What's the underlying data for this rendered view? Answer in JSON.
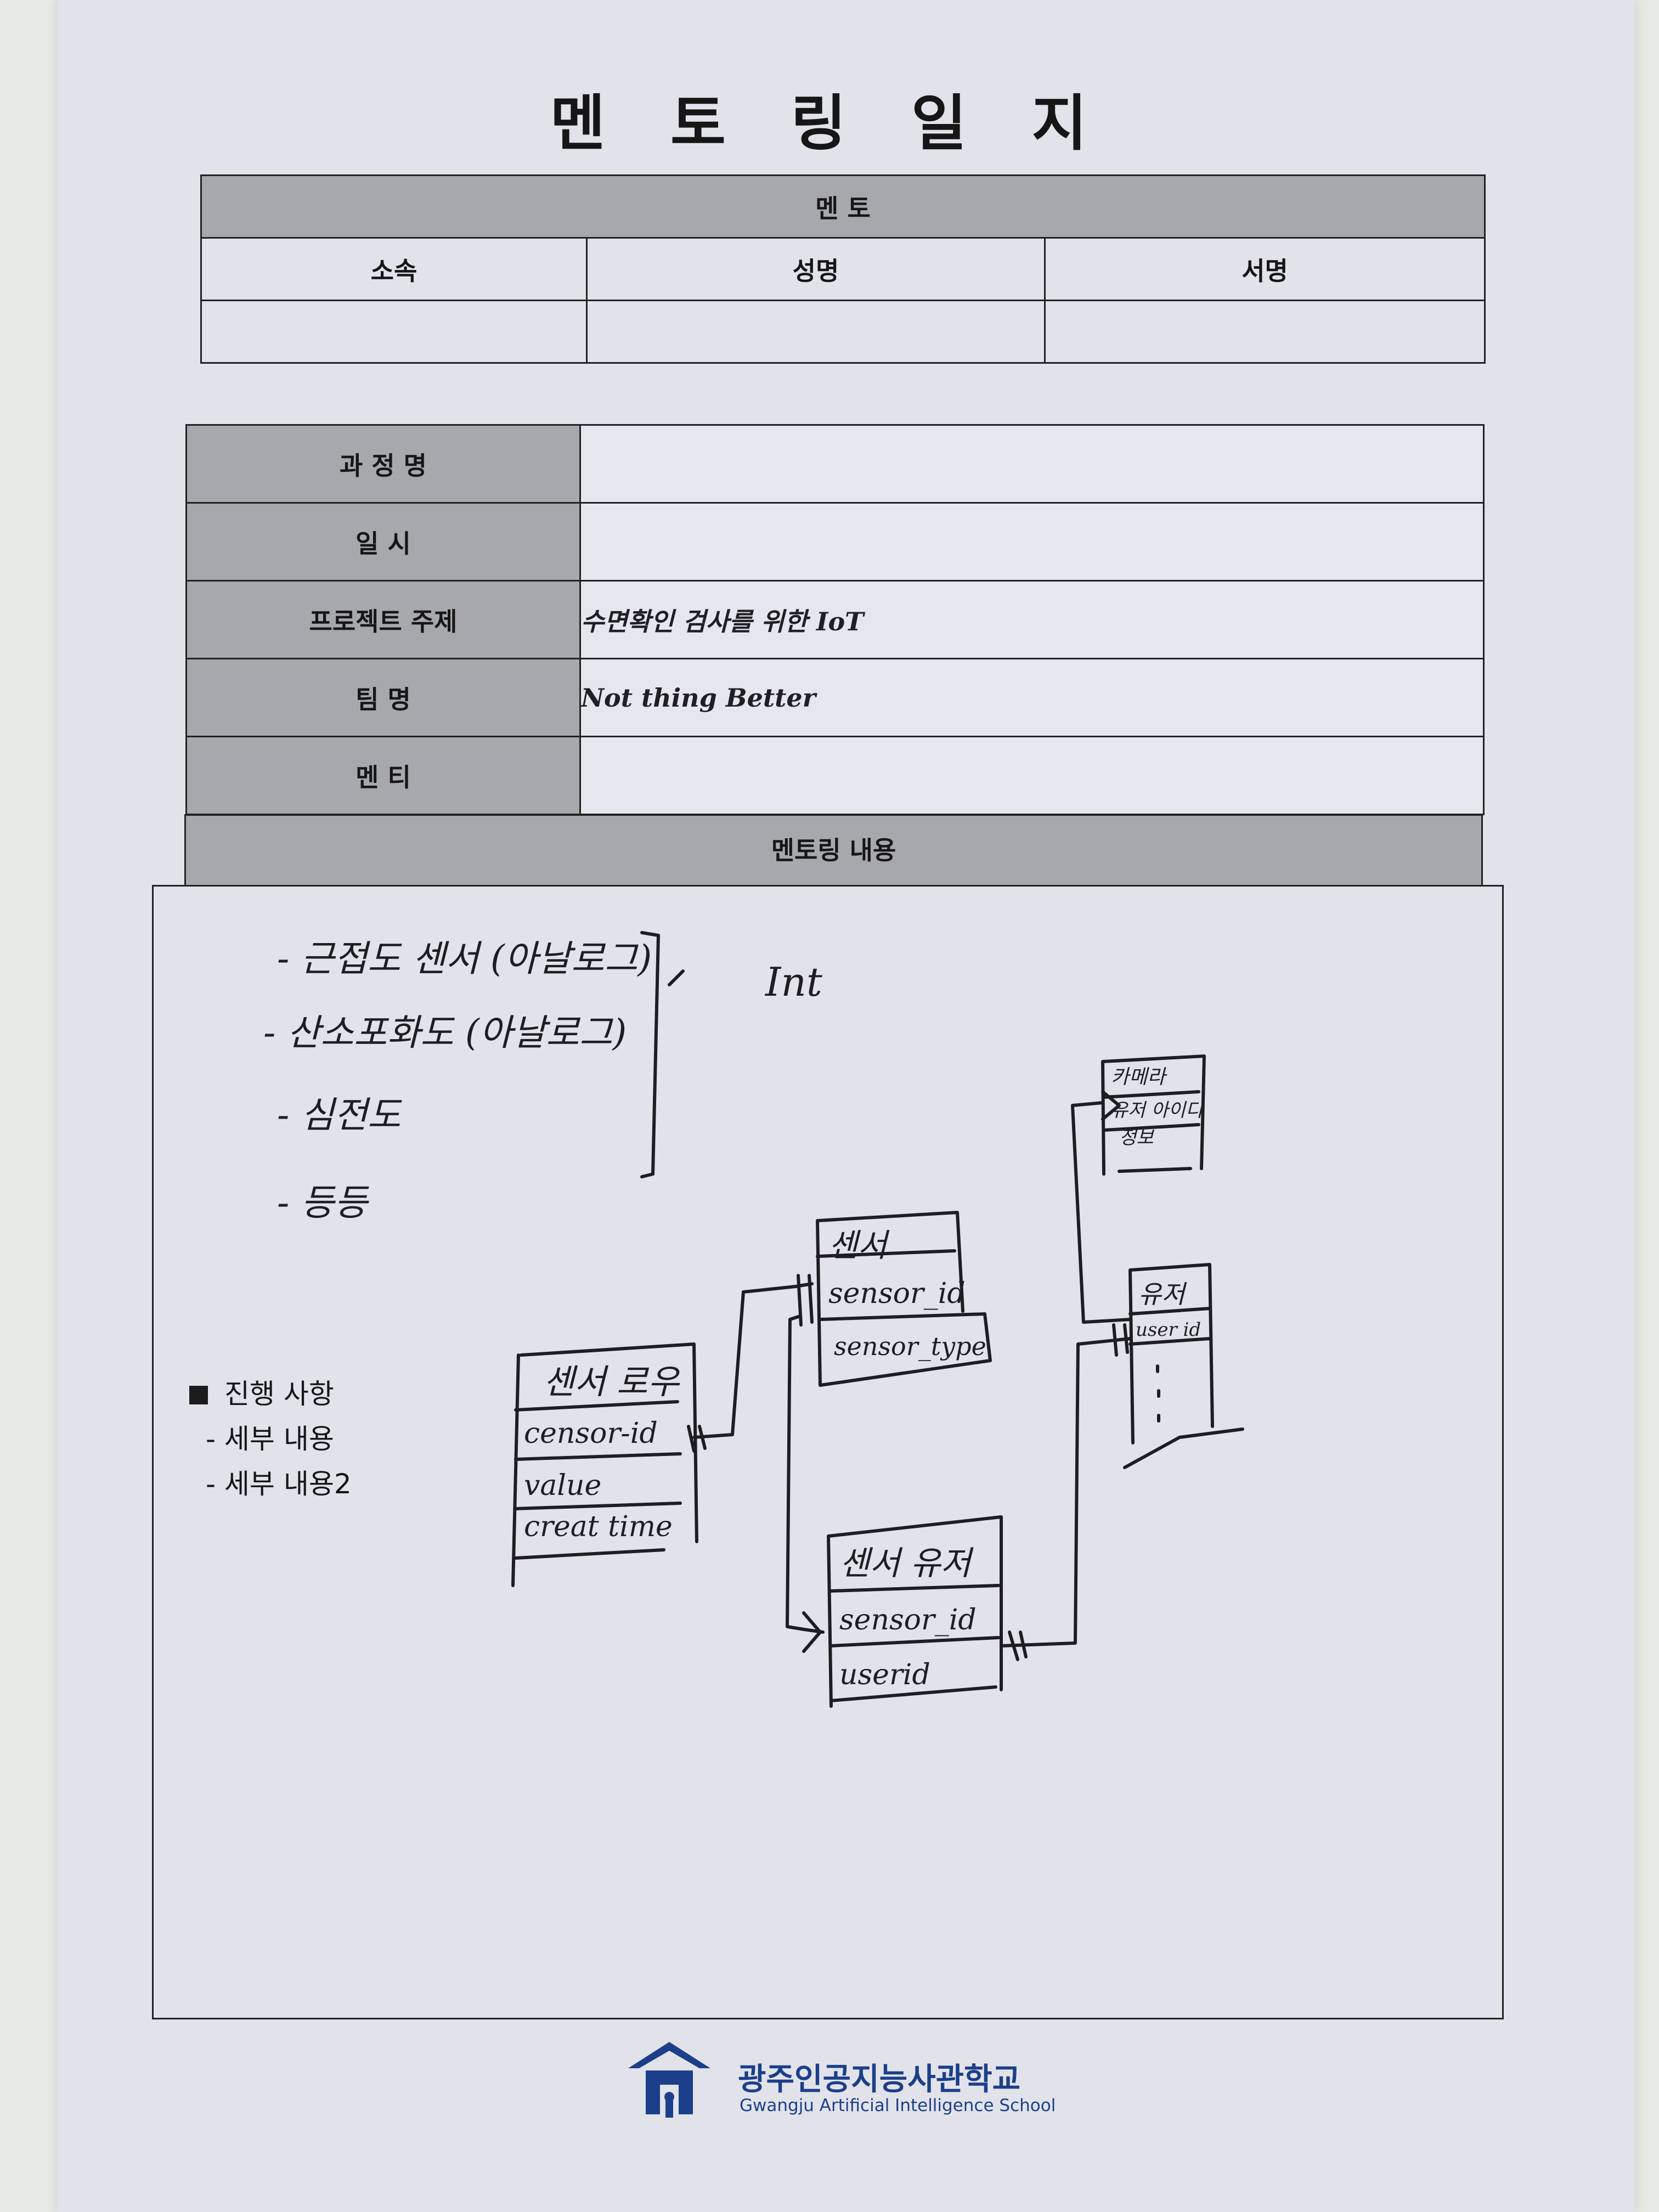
{
  "document": {
    "title": "멘 토 링 일 지"
  },
  "mentor_table": {
    "header": "멘 토",
    "columns": [
      "소속",
      "성명",
      "서명"
    ],
    "values": [
      "",
      "",
      ""
    ]
  },
  "info_table": {
    "rows": [
      {
        "label": "과 정 명",
        "value": ""
      },
      {
        "label": "일 시",
        "value": ""
      },
      {
        "label": "프로젝트 주제",
        "value": "수면확인 검사를 위한 IoT"
      },
      {
        "label": "팀 명",
        "value": "Not thing Better"
      },
      {
        "label": "멘 티",
        "value": ""
      }
    ]
  },
  "mentoring_content": {
    "header": "멘토링 내용",
    "handwritten_list": [
      "- 근접도 센서 (아날로그)",
      "- 산소포화도 (아날로그)",
      "- 심전도",
      "- 등등"
    ],
    "bracket_note": "Int",
    "progress": {
      "title": "진행 사항",
      "items": [
        "- 세부 내용",
        "- 세부 내용2"
      ]
    },
    "diagram": {
      "sensor_log": {
        "title": "센서 로우",
        "fields": [
          "censor-id",
          "value",
          "creat time"
        ]
      },
      "sensor": {
        "title": "센서",
        "fields": [
          "sensor_id",
          "sensor_type"
        ]
      },
      "sensor_user": {
        "title": "센서 유저",
        "fields": [
          "sensor_id",
          "userid"
        ]
      },
      "camera": {
        "title": "카메라",
        "fields": [
          "유저 아이디",
          "정보"
        ]
      },
      "user": {
        "title": "유저",
        "fields": [
          "user id"
        ]
      }
    }
  },
  "footer": {
    "school_name": "광주인공지능사관학교",
    "school_name_en": "Gwangju Artificial Intelligence School"
  }
}
